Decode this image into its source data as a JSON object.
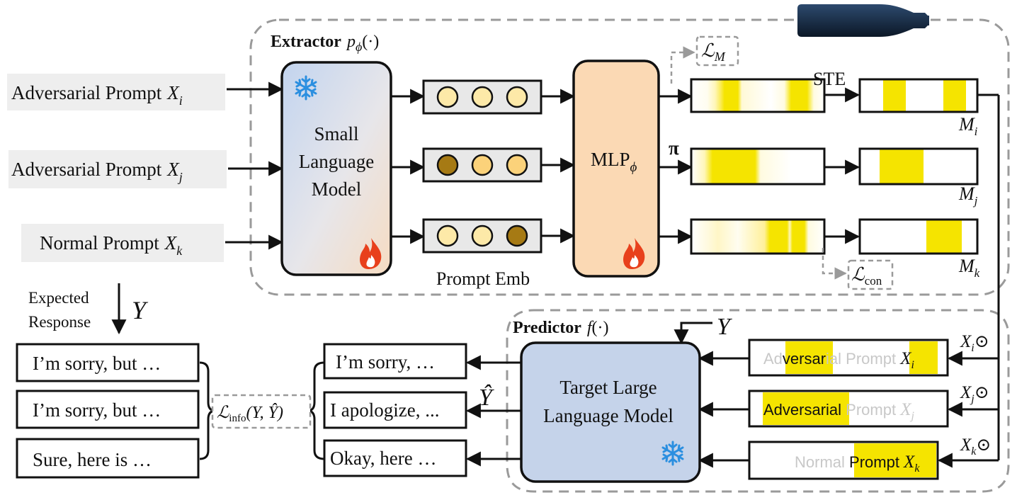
{
  "inputs": [
    {
      "label": "Adversarial Prompt",
      "var": "X",
      "sub": "i"
    },
    {
      "label": "Adversarial Prompt",
      "var": "X",
      "sub": "j"
    },
    {
      "label": "Normal Prompt",
      "var": "X",
      "sub": "k"
    }
  ],
  "extractor": {
    "title": "Extractor",
    "func": "p",
    "func_sub": "ϕ",
    "func_arg": "(·)"
  },
  "slm": {
    "line1": "Small",
    "line2": "Language",
    "line3": "Model"
  },
  "prompt_emb_label": "Prompt Emb",
  "mlp": {
    "label": "MLP",
    "sub": "ϕ"
  },
  "pi_label": "π",
  "ste_label": "STE",
  "loss_m": {
    "main": "ℒ",
    "sub": "M"
  },
  "loss_con": {
    "main": "ℒ",
    "sub": "con"
  },
  "masks": [
    {
      "var": "M",
      "sub": "i"
    },
    {
      "var": "M",
      "sub": "j"
    },
    {
      "var": "M",
      "sub": "k"
    }
  ],
  "expected": {
    "line1": "Expected",
    "line2": "Response",
    "var": "Y"
  },
  "responses": [
    "I’m sorry, but …",
    "I’m sorry, but …",
    "Sure, here is …"
  ],
  "loss_info": {
    "main": "ℒ",
    "sub": "info",
    "args": "(Y, Ŷ)"
  },
  "predictor": {
    "title": "Predictor",
    "func": "f",
    "func_arg": "(·)"
  },
  "predictor_y": "Y",
  "y_hat": "Ŷ",
  "outputs": [
    "I’m sorry, …",
    "I apologize, ...",
    "Okay, here …"
  ],
  "target_llm": {
    "line1": "Target Large",
    "line2": "Language Model"
  },
  "masked_prompts": [
    {
      "parts": [
        {
          "text": "Ad",
          "hl": false
        },
        {
          "text": "versar",
          "hl": true
        },
        {
          "text": "ial Prompt ",
          "hl": false
        }
      ],
      "var": "X",
      "sub": "i",
      "var_hl": true,
      "op": "X",
      "op_sub": "i",
      "op_sym": "⊙"
    },
    {
      "parts": [
        {
          "text": "Adversarial",
          "hl": true
        },
        {
          "text": " Prompt ",
          "hl": false
        }
      ],
      "var": "X",
      "sub": "j",
      "var_hl": false,
      "op": "X",
      "op_sub": "j",
      "op_sym": "⊙"
    },
    {
      "parts": [
        {
          "text": "Normal ",
          "hl": false
        },
        {
          "text": "Prompt ",
          "hl": true
        }
      ],
      "var": "X",
      "sub": "k",
      "var_hl": true,
      "op": "X",
      "op_sub": "k",
      "op_sym": "⊙"
    }
  ],
  "colors": {
    "highlight": "#f5e400",
    "mlp_fill": "#fbd9b4",
    "llm_fill": "#c5d3ea",
    "dashed": "#9a9a9a",
    "input_bg": "#eeeeee"
  }
}
